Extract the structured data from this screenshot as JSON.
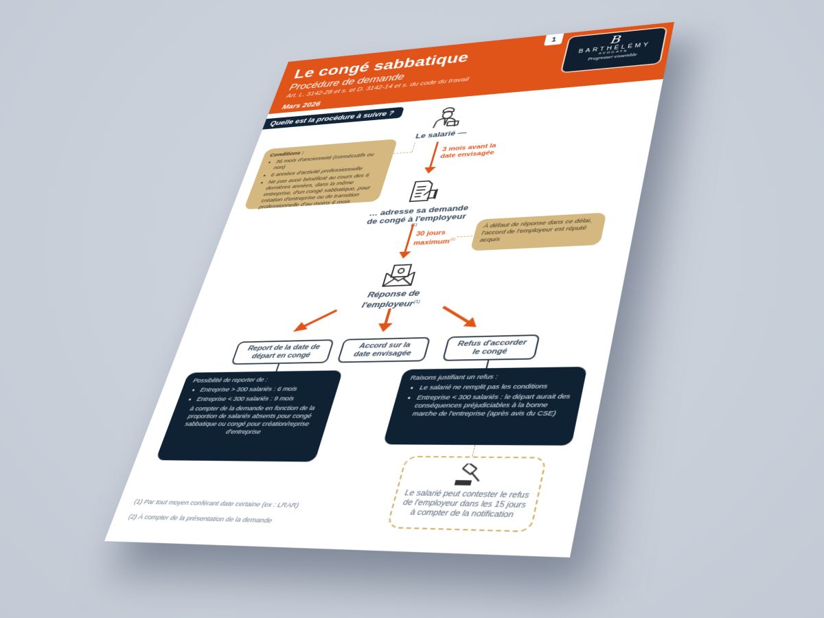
{
  "document": {
    "page_number": "1",
    "title": "Le congé sabbatique",
    "subtitle": "Procédure de demande",
    "legal_reference": "Art. L. 3142-28 et s. et D. 3142-14 et s. du code du travail",
    "date": "Mars 2026",
    "section_question": "Quelle est la procédure à suivre ?"
  },
  "logo": {
    "monogram": "B",
    "name": "BARTHÉLÉMY",
    "sub": "AVOCATS",
    "tagline": "Progresser ensemble"
  },
  "colors": {
    "accent_orange": "#e0541a",
    "navy": "#0f2234",
    "gold": "#d4b880",
    "text_slate": "#33475b",
    "background": "#c8cfd9"
  },
  "flow": {
    "step1": {
      "icon": "employee-icon",
      "label": "Le salarié —"
    },
    "delay1": {
      "line1": "3 mois avant la",
      "line2": "date envisagée"
    },
    "conditions": {
      "heading": "Conditions :",
      "items": [
        "36 mois d'ancienneté (consécutifs ou non)",
        "6 années d'activité professionnelle",
        "Ne pas avoir bénéficié au cours des 6 dernières années, dans la même entreprise, d'un congé sabbatique, pour création d'entreprise ou de transition professionnelle d'au moins 6 mois"
      ]
    },
    "step2": {
      "icon": "document-request-icon",
      "line1": "… adresse sa demande",
      "line2": "de congé à l'employeur",
      "note": "(1)"
    },
    "delay2": {
      "line1": "30 jours",
      "line2": "maximum",
      "note": "(2)"
    },
    "default_note": "À défaut de réponse dans ce délai, l'accord de l'employeur est réputé acquis",
    "step3": {
      "icon": "envelope-at-icon",
      "line1": "Réponse de",
      "line2": "l'employeur",
      "note": "(1)"
    },
    "outcomes": [
      {
        "label_line1": "Report de la date de",
        "label_line2": "départ en congé"
      },
      {
        "label_line1": "Accord sur la",
        "label_line2": "date envisagée"
      },
      {
        "label_line1": "Refus d'accorder",
        "label_line2": "le congé"
      }
    ],
    "postpone_box": {
      "heading": "Possibilité de reporter de :",
      "items": [
        "Entreprise > 300 salariés : 6 mois",
        "Entreprise < 300 salariés : 9 mois"
      ],
      "footer": "à compter de la demande en fonction de la proportion de salariés absents pour congé sabbatique ou congé pour création/reprise d'entreprise"
    },
    "refusal_box": {
      "heading": "Raisons justifiant un refus :",
      "items": [
        "Le salarié ne remplit pas les conditions",
        "Entreprise < 300 salariés : le départ aurait des conséquences préjudiciables à la bonne marche de l'entreprise (après avis du CSE)"
      ]
    },
    "contest_box": {
      "icon": "gavel-icon",
      "text": "Le salarié peut contester le refus de l'employeur dans les 15 jours à compter de la notification"
    }
  },
  "footnotes": [
    "(1) Par tout moyen conférant date certaine (ex : LRAR)",
    "(2) À compter de la présentation de la demande"
  ]
}
